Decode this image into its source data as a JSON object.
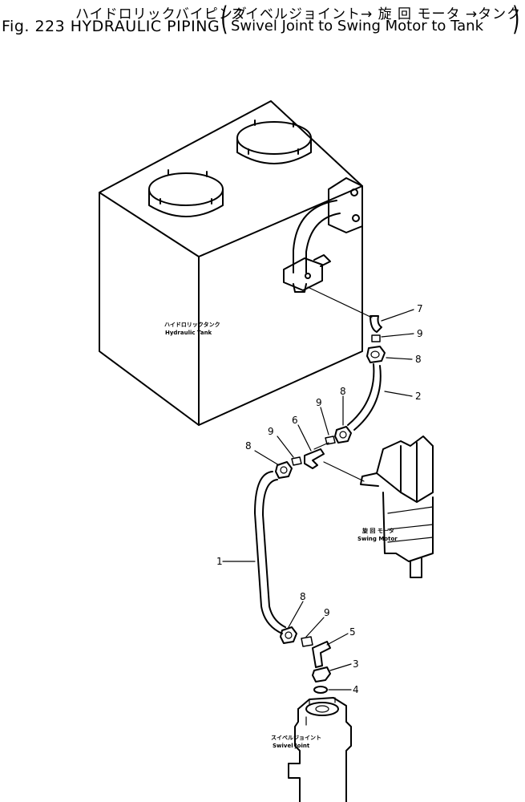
{
  "header": {
    "title_jp": "ハイドロリックバイピング",
    "subtitle_jp": "スイベルジョイント→ 旋 回 モータ →タンク",
    "fig_label": "Fig. 223 HYDRAULIC PIPING",
    "subtitle_en": "Swivel Joint to Swing Motor to Tank"
  },
  "components": {
    "tank_jp": "ハイドロリックタンク",
    "tank_en": "Hydraulic Tank",
    "motor_jp": "旋 回 モータ",
    "motor_en": "Swing Motor",
    "swivel_jp": "スイベルジョイント",
    "swivel_en": "Swivel Joint"
  },
  "callouts": {
    "c7": "7",
    "c9a": "9",
    "c8a": "8",
    "c2": "2",
    "c9b": "9",
    "c8b": "8",
    "c6": "6",
    "c9c": "9",
    "c8c": "8",
    "c1": "1",
    "c8d": "8",
    "c9d": "9",
    "c5": "5",
    "c3": "3",
    "c4": "4"
  }
}
